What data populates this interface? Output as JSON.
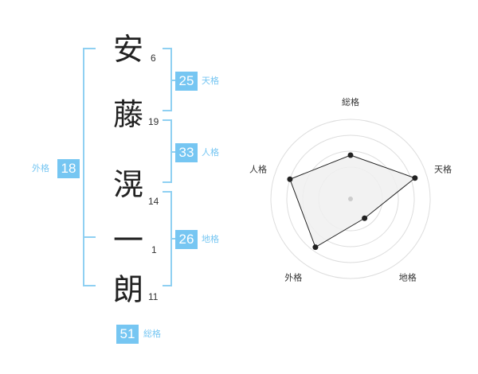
{
  "name": [
    {
      "char": "安",
      "strokes": "6"
    },
    {
      "char": "藤",
      "strokes": "19"
    },
    {
      "char": "滉",
      "strokes": "14"
    },
    {
      "char": "一",
      "strokes": "1"
    },
    {
      "char": "朗",
      "strokes": "11"
    }
  ],
  "fortunes": {
    "tenkaku": {
      "value": "25",
      "label": "天格"
    },
    "jinkaku": {
      "value": "33",
      "label": "人格"
    },
    "chikaku": {
      "value": "26",
      "label": "地格"
    },
    "gaikaku": {
      "value": "18",
      "label": "外格"
    },
    "soukaku": {
      "value": "51",
      "label": "総格"
    }
  },
  "chart_data": {
    "type": "radar",
    "axes": [
      "総格",
      "天格",
      "地格",
      "外格",
      "人格"
    ],
    "values": [
      0.55,
      0.85,
      0.3,
      0.75,
      0.8
    ],
    "max": 1,
    "colors": {
      "fill": "#f0f0f0",
      "line": "#222222",
      "ring": "#dddddd",
      "center": "#cccccc"
    }
  }
}
